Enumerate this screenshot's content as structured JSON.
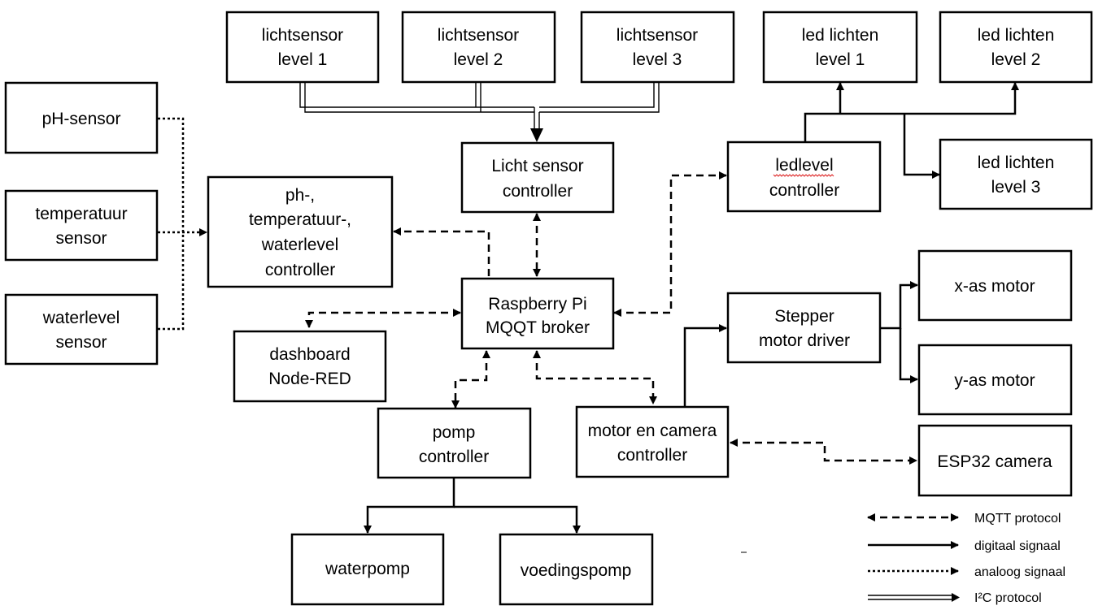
{
  "nodes": {
    "licht1": [
      "lichtsensor",
      "level 1"
    ],
    "licht2": [
      "lichtsensor",
      "level 2"
    ],
    "licht3": [
      "lichtsensor",
      "level 3"
    ],
    "led1": [
      "led lichten",
      "level 1"
    ],
    "led2": [
      "led lichten",
      "level 2"
    ],
    "led3": [
      "led lichten",
      "level 3"
    ],
    "ph_sensor": [
      "pH-sensor"
    ],
    "temp_sensor": [
      "temperatuur",
      "sensor"
    ],
    "water_sensor": [
      "waterlevel",
      "sensor"
    ],
    "ph_ctrl": [
      "ph-,",
      "temperatuur-,",
      "waterlevel",
      "controller"
    ],
    "licht_ctrl": [
      "Licht sensor",
      "controller"
    ],
    "led_ctrl": [
      "ledlevel",
      "controller"
    ],
    "rpi": [
      "Raspberry Pi",
      "MQQT broker"
    ],
    "dashboard": [
      "dashboard",
      "Node-RED"
    ],
    "stepper": [
      "Stepper",
      "motor driver"
    ],
    "xmotor": [
      "x-as motor"
    ],
    "ymotor": [
      "y-as motor"
    ],
    "pomp_ctrl": [
      "pomp",
      "controller"
    ],
    "motor_ctrl": [
      "motor en camera",
      "controller"
    ],
    "esp32": [
      "ESP32 camera"
    ],
    "waterpomp": [
      "waterpomp"
    ],
    "voedingspomp": [
      "voedingspomp"
    ]
  },
  "legend": {
    "mqtt": "MQTT protocol",
    "digital": "digitaal signaal",
    "analog": "analoog signaal",
    "i2c": "I²C protocol"
  }
}
